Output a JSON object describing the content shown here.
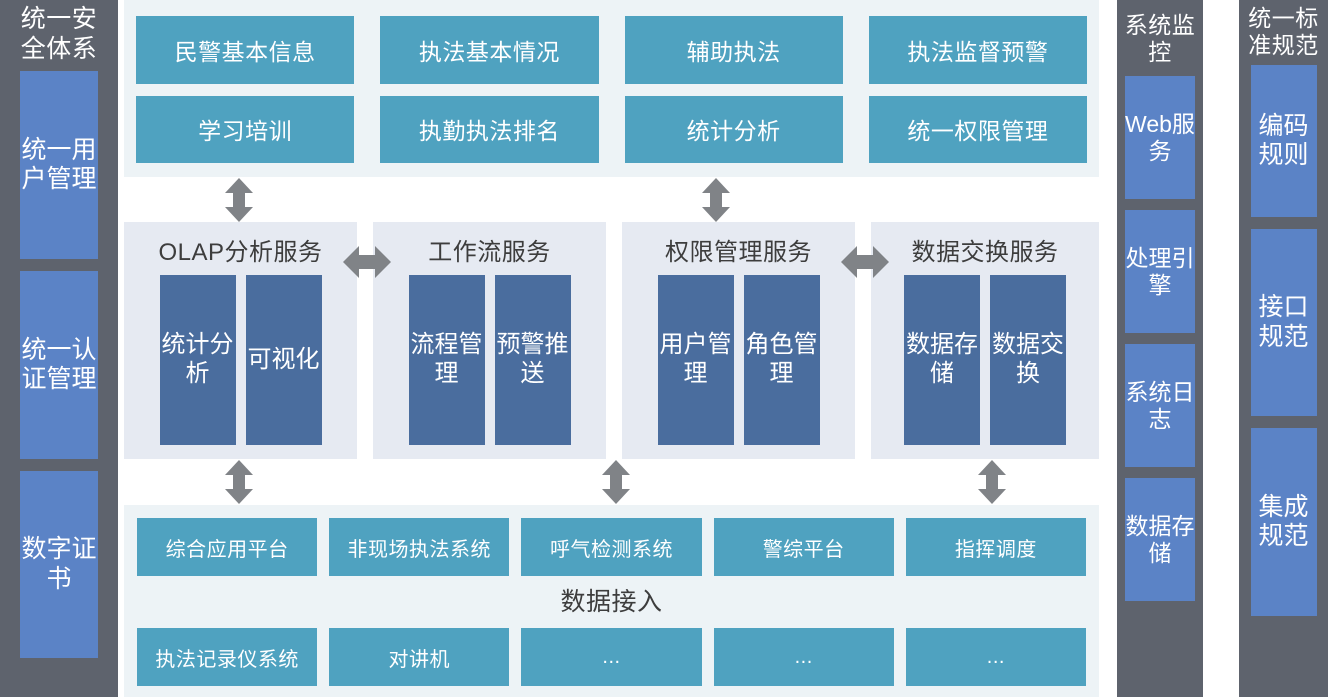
{
  "left_sidebar": {
    "title": "统一安全体系",
    "items": [
      {
        "label": "统一用户管理"
      },
      {
        "label": "统一认证管理"
      },
      {
        "label": "数字证书"
      }
    ]
  },
  "monitor_sidebar": {
    "title": "系统监控",
    "items": [
      {
        "label": "Web服务"
      },
      {
        "label": "处理引擎"
      },
      {
        "label": "系统日志"
      },
      {
        "label": "数据存储"
      }
    ]
  },
  "standards_sidebar": {
    "title": "统一标准规范",
    "items": [
      {
        "label": "编码规则"
      },
      {
        "label": "接口规范"
      },
      {
        "label": "集成规范"
      }
    ]
  },
  "application_layer": {
    "boxes": [
      {
        "label": "民警基本信息"
      },
      {
        "label": "执法基本情况"
      },
      {
        "label": "辅助执法"
      },
      {
        "label": "执法监督预警"
      },
      {
        "label": "学习培训"
      },
      {
        "label": "执勤执法排名"
      },
      {
        "label": "统计分析"
      },
      {
        "label": "统一权限管理"
      }
    ]
  },
  "service_layer": {
    "panels": [
      {
        "title": "OLAP分析服务",
        "subs": [
          {
            "label": "统计分析"
          },
          {
            "label": "可视化"
          }
        ]
      },
      {
        "title": "工作流服务",
        "subs": [
          {
            "label": "流程管理"
          },
          {
            "label": "预警推送"
          }
        ]
      },
      {
        "title": "权限管理服务",
        "subs": [
          {
            "label": "用户管理"
          },
          {
            "label": "角色管理"
          }
        ]
      },
      {
        "title": "数据交换服务",
        "subs": [
          {
            "label": "数据存储"
          },
          {
            "label": "数据交换"
          }
        ]
      }
    ]
  },
  "data_layer": {
    "label": "数据接入",
    "top_sources": [
      {
        "label": "综合应用平台"
      },
      {
        "label": "非现场执法系统"
      },
      {
        "label": "呼气检测系统"
      },
      {
        "label": "警综平台"
      },
      {
        "label": "指挥调度"
      }
    ],
    "bottom_sources": [
      {
        "label": "执法记录仪系统"
      },
      {
        "label": "对讲机"
      },
      {
        "label": "..."
      },
      {
        "label": "..."
      },
      {
        "label": "..."
      }
    ]
  },
  "colors": {
    "sidebar_gray": "#5e636d",
    "sidebar_blue": "#5b83c6",
    "teal": "#4fa2c0",
    "dark_blue": "#4a6d9e",
    "panel_light_blue": "#edf3f6",
    "panel_lavender": "#e6eaf2",
    "arrow_gray": "#808387"
  }
}
